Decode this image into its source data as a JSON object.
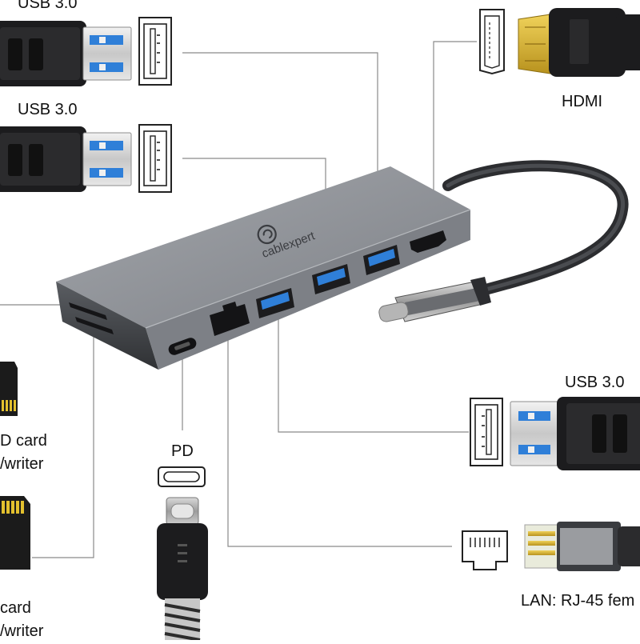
{
  "brand": "cablexpert",
  "labels": {
    "usb_top": "USB 3.0",
    "usb_second": "USB 3.0",
    "hdmi": "HDMI",
    "usb_right": "USB 3.0",
    "pd": "PD",
    "lan": "LAN: RJ-45 fem",
    "sd_line1": "D card",
    "sd_line2": "/writer",
    "tf_line1": "card",
    "tf_line2": "/writer"
  },
  "colors": {
    "hub_body": "#8c8f95",
    "hub_dark": "#3e4045",
    "usb_blue": "#2f7fd8",
    "plug_black": "#1c1c1e",
    "gold": "#d7b436",
    "callout_line": "#8a8a8a"
  }
}
